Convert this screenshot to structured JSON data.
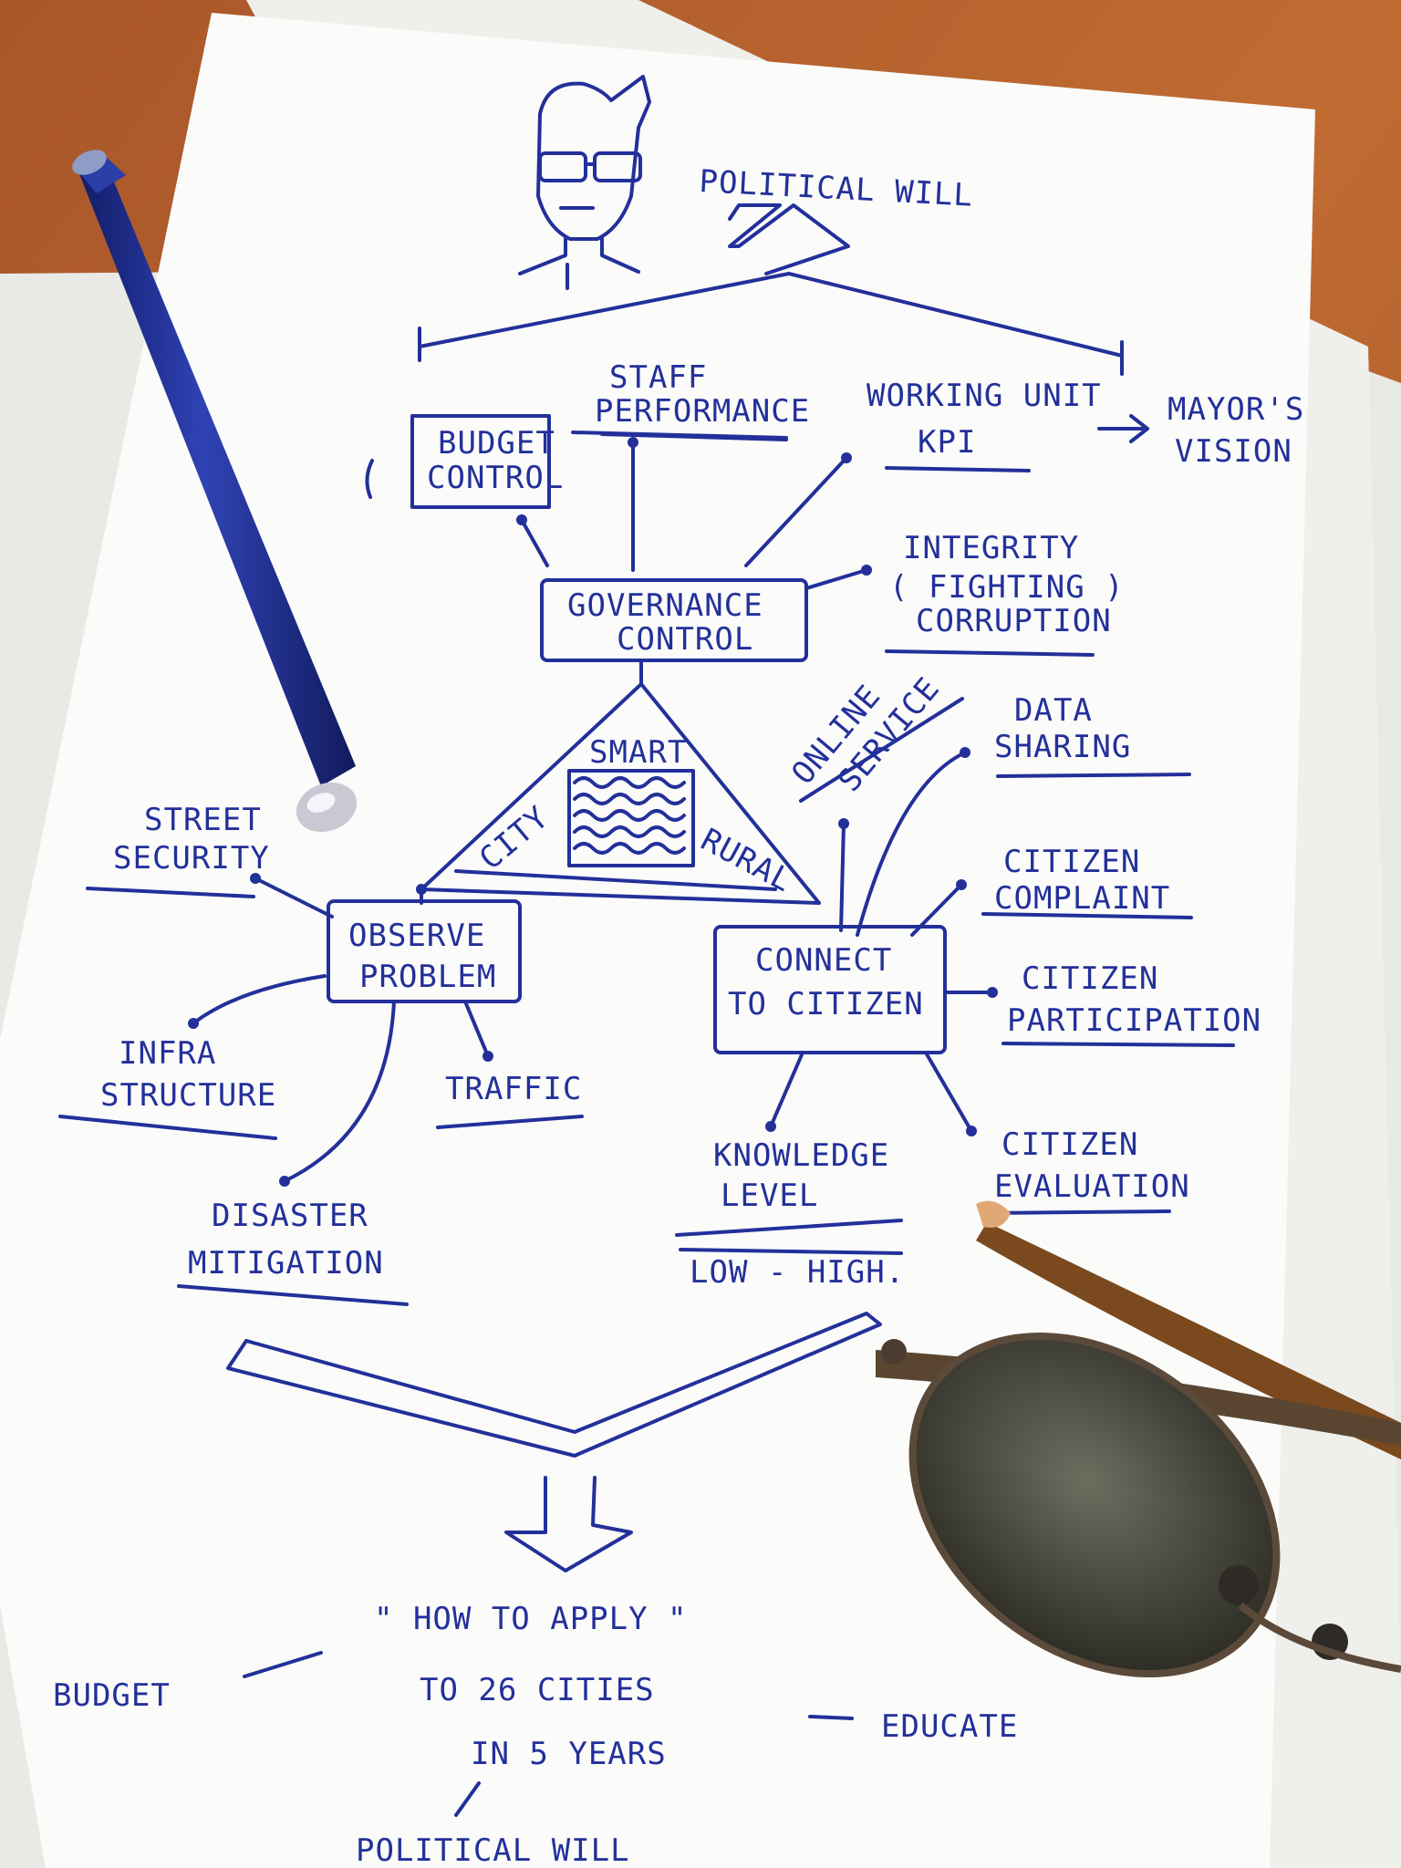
{
  "diagram": {
    "top": {
      "political_will": "POLITICAL WILL"
    },
    "governance": {
      "budget_control_1": "BUDGET",
      "budget_control_2": "CONTROL",
      "staff_perf_1": "STAFF",
      "staff_perf_2": "PERFORMANCE",
      "working_unit": "WORKING UNIT",
      "kpi": "KPI",
      "mayors_1": "MAYOR'S",
      "mayors_2": "VISION",
      "integrity_1": "INTEGRITY",
      "integrity_2": "( FIGHTING )",
      "integrity_3": "CORRUPTION",
      "center_1": "GOVERNANCE",
      "center_2": "CONTROL"
    },
    "triangle": {
      "smart": "SMART",
      "city": "CITY",
      "rural": "RURAL"
    },
    "observe": {
      "box_1": "OBSERVE",
      "box_2": "PROBLEM",
      "street_1": "STREET",
      "street_2": "SECURITY",
      "infra_1": "INFRA",
      "infra_2": "STRUCTURE",
      "traffic": "TRAFFIC",
      "disaster_1": "DISASTER",
      "disaster_2": "MITIGATION"
    },
    "connect": {
      "box_1": "CONNECT",
      "box_2": "TO CITIZEN",
      "online_1": "ONLINE",
      "online_2": "SERVICE",
      "data_1": "DATA",
      "data_2": "SHARING",
      "complaint_1": "CITIZEN",
      "complaint_2": "COMPLAINT",
      "participation_1": "CITIZEN",
      "participation_2": "PARTICIPATION",
      "knowledge_1": "KNOWLEDGE",
      "knowledge_2": "LEVEL",
      "low_high": "LOW - HIGH.",
      "evaluation_1": "CITIZEN",
      "evaluation_2": "EVALUATION"
    },
    "bottom": {
      "how_to_apply": "\" HOW TO APPLY \"",
      "to_26": "TO 26 CITIES",
      "in_5": "IN 5 YEARS",
      "budget": "BUDGET",
      "educate": "EDUCATE",
      "political_will": "POLITICAL WILL"
    }
  },
  "colors": {
    "ink": "#23309a",
    "paper": "#fbfbfa",
    "desk": "#b4622e",
    "pen_body": "#1f2f8e"
  }
}
